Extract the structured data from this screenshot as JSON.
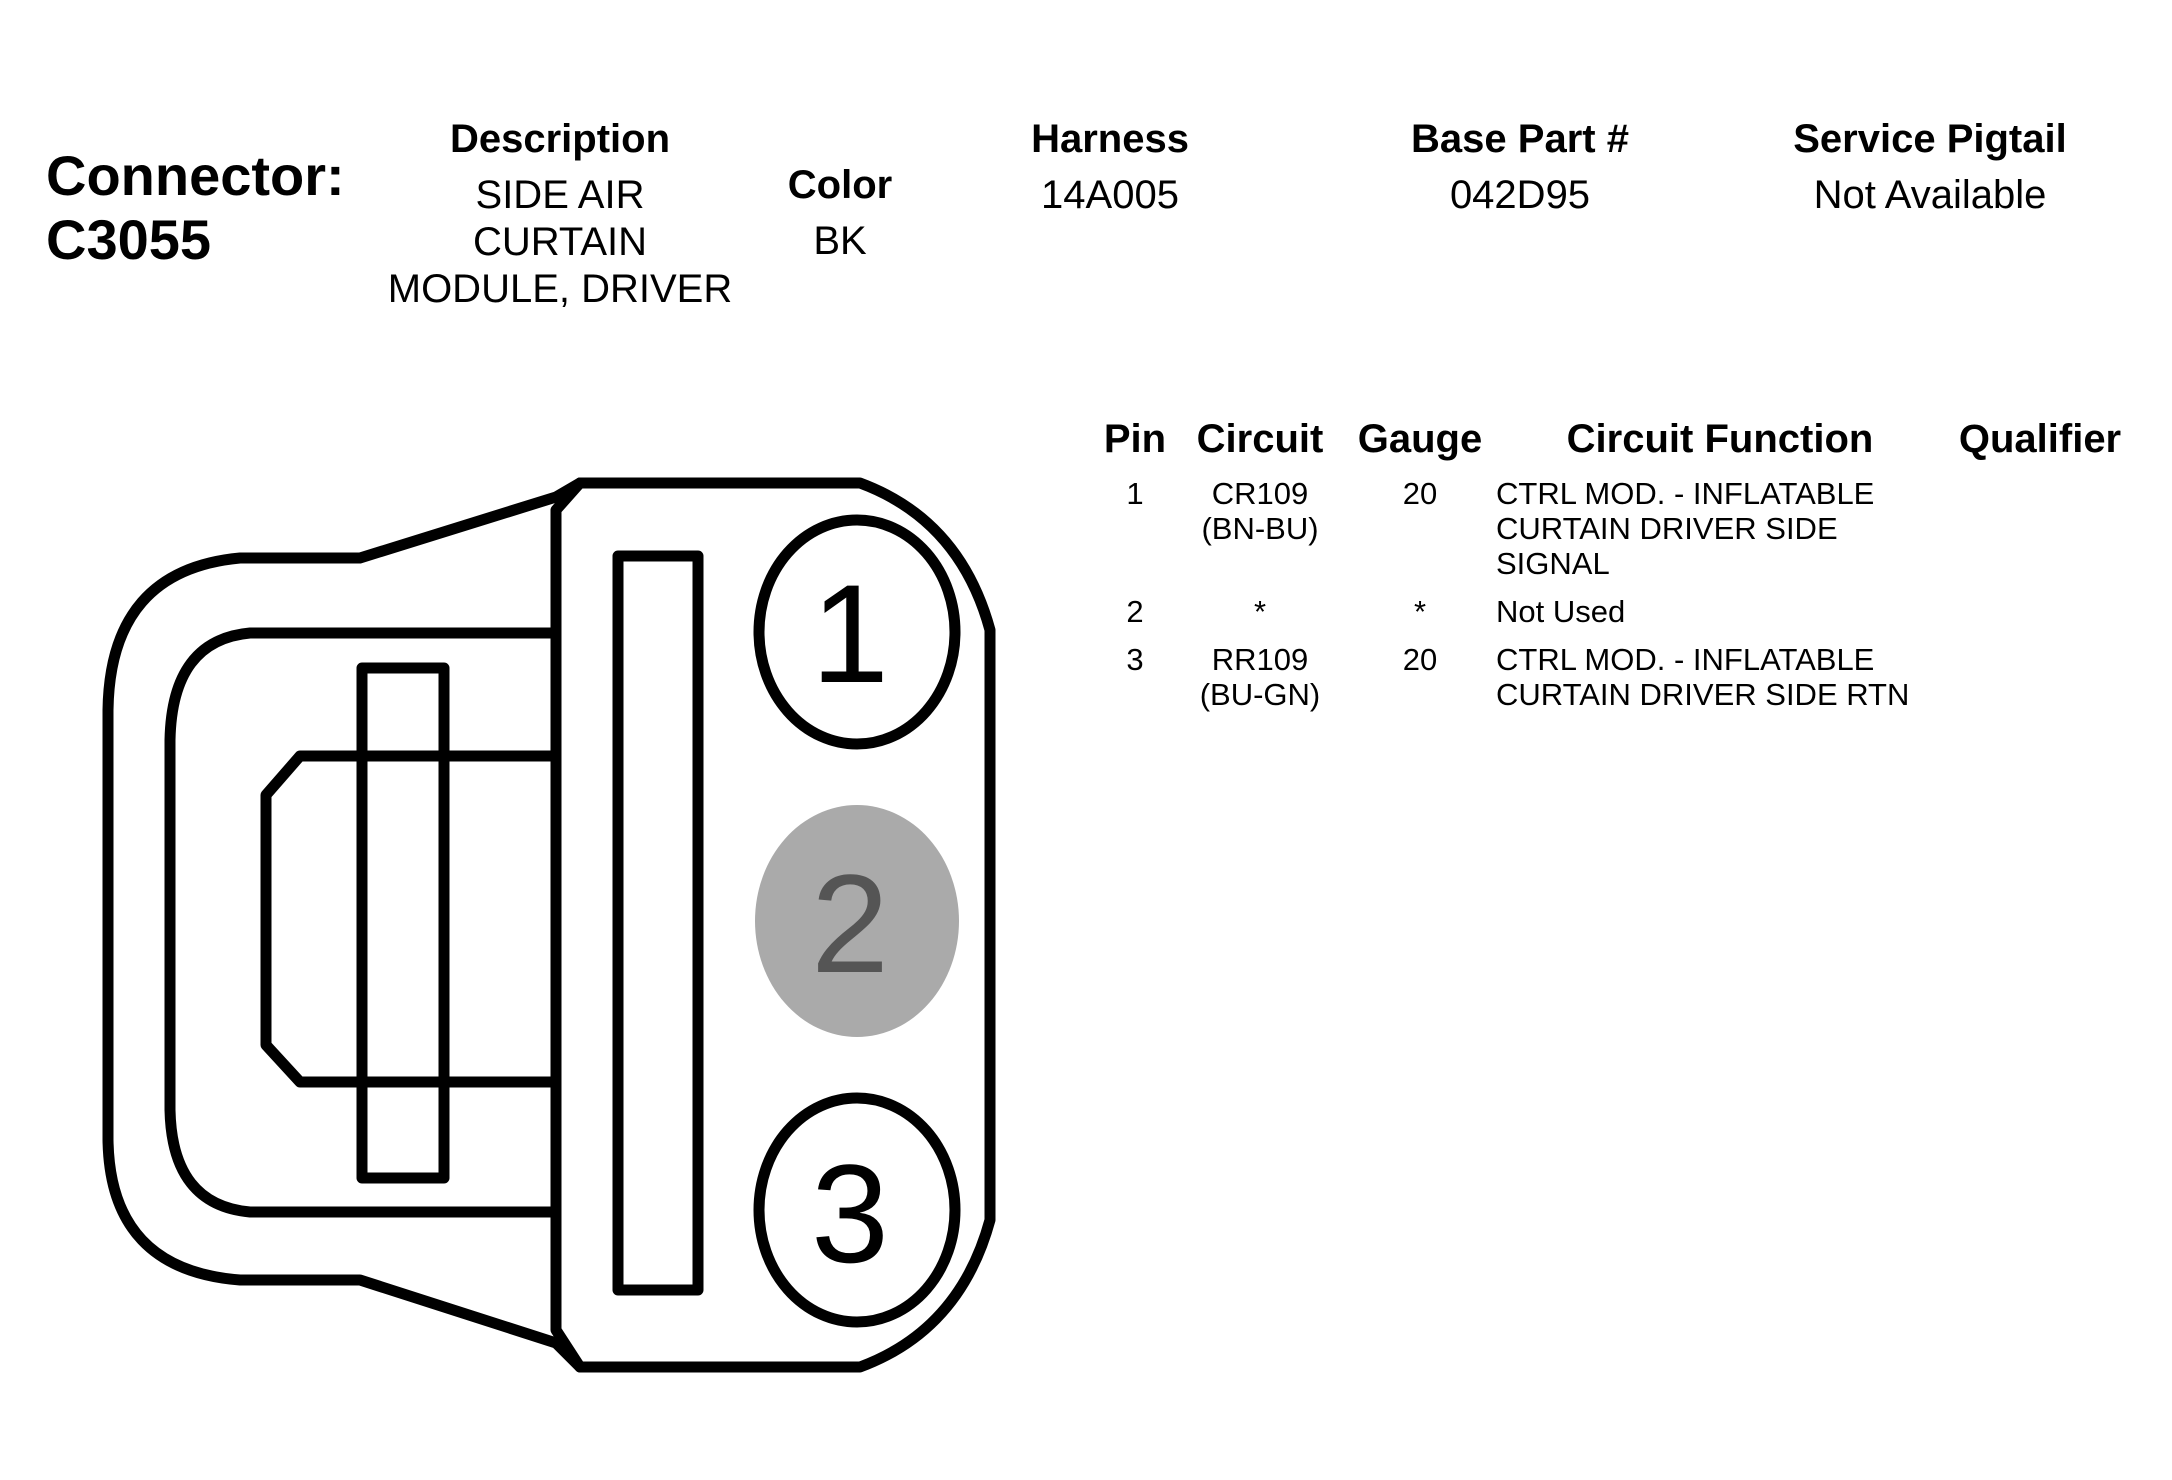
{
  "connector": {
    "label": "Connector:",
    "id": "C3055"
  },
  "header": {
    "description": {
      "label": "Description",
      "lines": [
        "SIDE AIR",
        "CURTAIN",
        "MODULE, DRIVER"
      ]
    },
    "color": {
      "label": "Color",
      "value": "BK"
    },
    "harness": {
      "label": "Harness",
      "value": "14A005"
    },
    "base_part": {
      "label": "Base Part #",
      "value": "042D95"
    },
    "service_pigtail": {
      "label": "Service Pigtail",
      "value": "Not Available"
    }
  },
  "pin_table": {
    "columns": [
      "Pin",
      "Circuit",
      "Gauge",
      "Circuit Function",
      "Qualifier"
    ],
    "rows": [
      {
        "pin": "1",
        "circuit": [
          "CR109",
          "(BN-BU)"
        ],
        "gauge": "20",
        "function": [
          "CTRL MOD. - INFLATABLE",
          "CURTAIN DRIVER SIDE",
          "SIGNAL"
        ],
        "qualifier": ""
      },
      {
        "pin": "2",
        "circuit": [
          "*"
        ],
        "gauge": "*",
        "function": [
          "Not Used"
        ],
        "qualifier": ""
      },
      {
        "pin": "3",
        "circuit": [
          "RR109",
          "(BU-GN)"
        ],
        "gauge": "20",
        "function": [
          "CTRL MOD. - INFLATABLE",
          "CURTAIN DRIVER SIDE RTN"
        ],
        "qualifier": ""
      }
    ]
  },
  "diagram": {
    "cavities": [
      {
        "label": "1",
        "state": "used"
      },
      {
        "label": "2",
        "state": "not-used"
      },
      {
        "label": "3",
        "state": "used"
      }
    ],
    "colors": {
      "outline": "#000000",
      "unused_fill": "#aaaaaa",
      "unused_text": "#555555"
    }
  }
}
